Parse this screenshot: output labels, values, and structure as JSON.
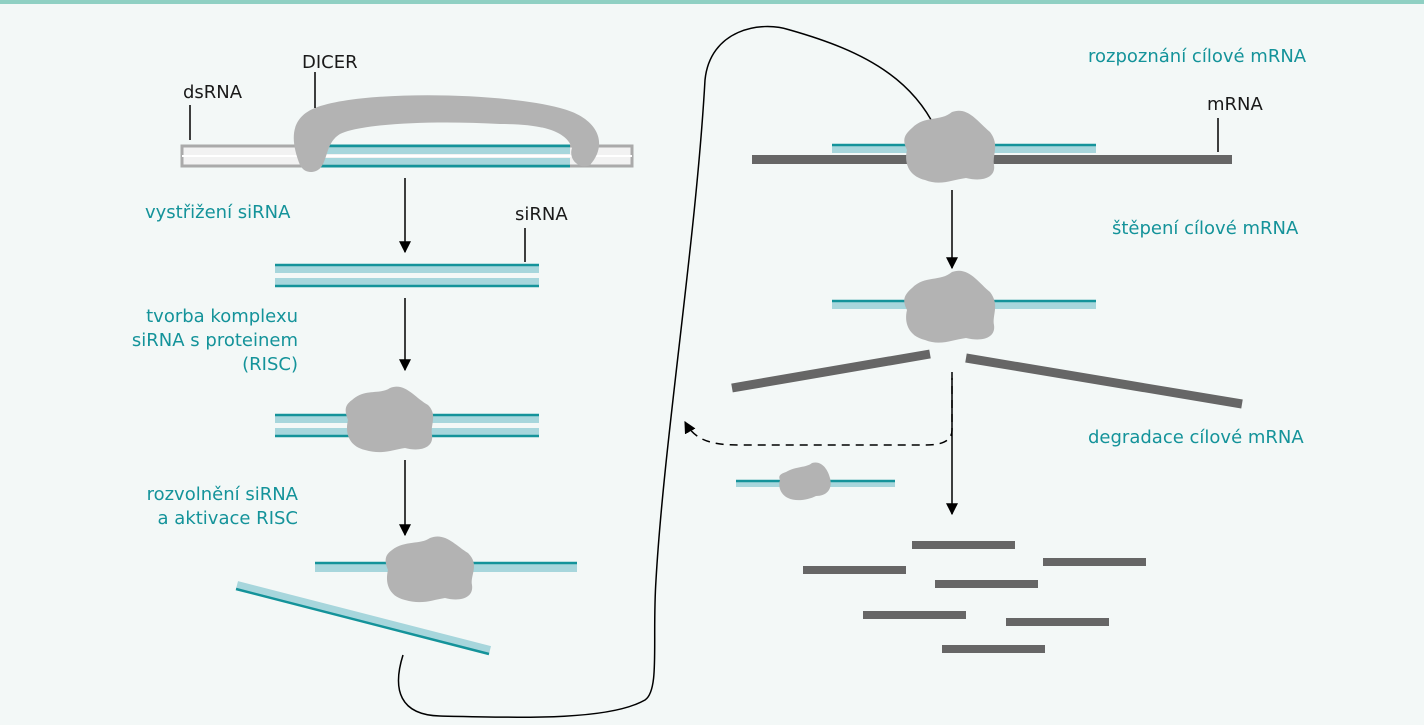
{
  "colors": {
    "background": "#f3f8f7",
    "top_rule": "#8fd0c3",
    "teal": "#14939a",
    "light_teal": "#a7d6dc",
    "protein": "#b3b3b3",
    "mrna": "#666666",
    "dsrna_outline": "#aaaaaa",
    "dsrna_fill": "#f2f2f2",
    "text": "#1a1a1a",
    "arrow": "#000000"
  },
  "labels": {
    "dsrna": "dsRNA",
    "dicer": "DICER",
    "sirna": "siRNA",
    "mrna": "mRNA"
  },
  "steps": {
    "dicing_line1": "vystřižení siRNA",
    "risc_line1": "tvorba komplexu",
    "risc_line2": "siRNA s proteinem",
    "risc_line3": "(RISC)",
    "unwind_line1": "rozvolnění siRNA",
    "unwind_line2": "a aktivace RISC",
    "recognition": "rozpoznání cílové mRNA",
    "cleavage": "štěpení cílové mRNA",
    "degradation": "degradace cílové mRNA"
  }
}
